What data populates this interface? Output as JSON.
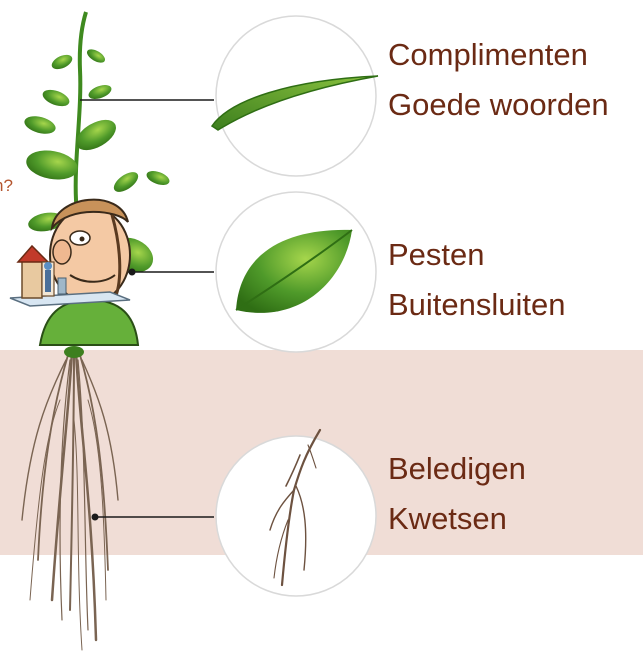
{
  "cut_text": "n?",
  "labels": {
    "top": {
      "line1": "Complimenten",
      "line2": "Goede woorden"
    },
    "middle": {
      "line1": "Pesten",
      "line2": "Buitensluiten"
    },
    "bottom": {
      "line1": "Beledigen",
      "line2": "Kwetsen"
    }
  },
  "colors": {
    "label_text": "#6b2a14",
    "soil_band": "#f0ddd6",
    "leaf": "#4f9a2a",
    "root": "#7a6452",
    "circle_outline": "#d9d9d9",
    "connector": "#1a1a1a"
  }
}
